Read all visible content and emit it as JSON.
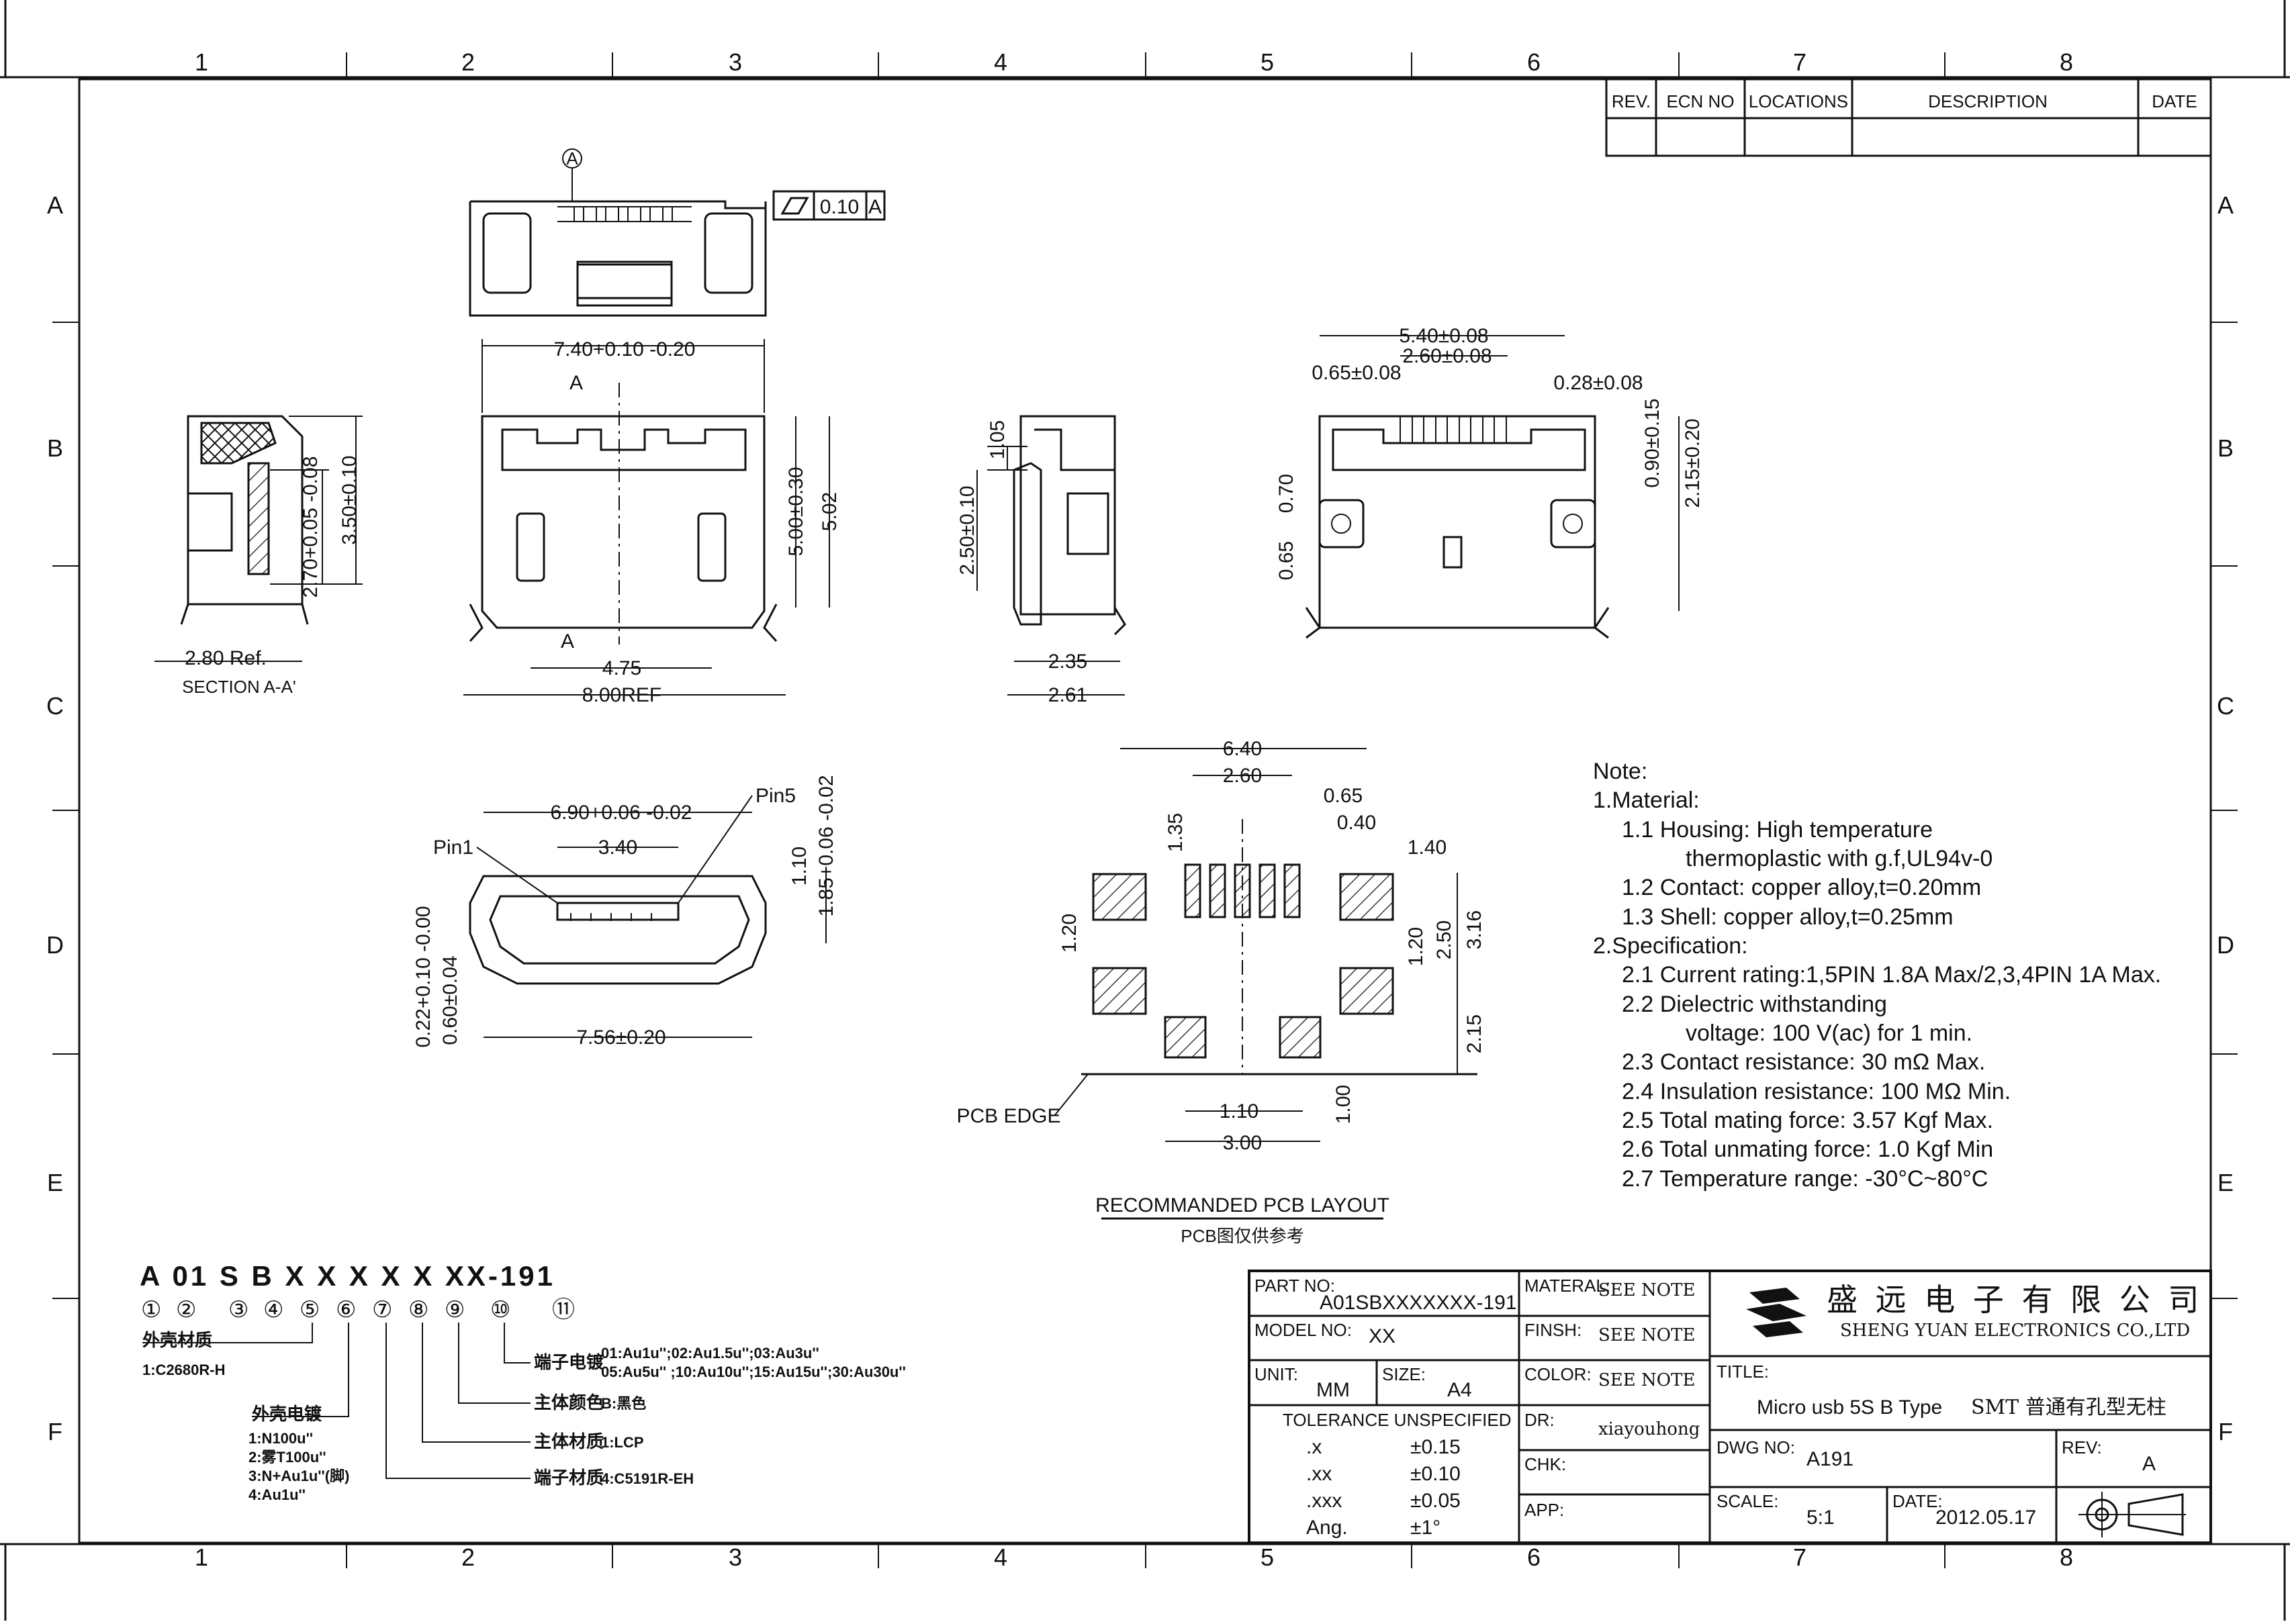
{
  "grid": {
    "cols": [
      "1",
      "2",
      "3",
      "4",
      "5",
      "6",
      "7",
      "8"
    ],
    "rows": [
      "A",
      "B",
      "C",
      "D",
      "E",
      "F"
    ]
  },
  "revision_table": {
    "headers": [
      "REV.",
      "ECN NO",
      "LOCATIONS",
      "DESCRIPTION",
      "DATE"
    ]
  },
  "views": {
    "datum_a": "A",
    "flatness": "0.10",
    "flatness_datum": "A",
    "section_label": "SECTION A-A'",
    "section_dims": [
      "2.80 Ref.",
      "2.70+0.05 -0.08",
      "3.50±0.10"
    ],
    "top_dims": [
      "7.40+0.10 -0.20",
      "A",
      "A",
      "4.75",
      "8.00REF",
      "5.00±0.30",
      "5.02"
    ],
    "side_dims": [
      "1.05",
      "2.50±0.10",
      "2.35",
      "2.61"
    ],
    "right_dims": [
      "5.40±0.08",
      "2.60±0.08",
      "0.65±0.08",
      "0.28±0.08",
      "0.90±0.15",
      "2.15±0.20",
      "0.70",
      "0.65"
    ],
    "front_dims": [
      "6.90+0.06 -0.02",
      "3.40",
      "Pin1",
      "Pin5",
      "1.10",
      "1.85+0.06 -0.02",
      "7.56±0.20",
      "0.22+0.10 -0.00",
      "0.60±0.04"
    ],
    "pcb_dims": [
      "6.40",
      "2.60",
      "0.65",
      "0.40",
      "1.40",
      "1.35",
      "1.20",
      "1.20",
      "2.50",
      "3.16",
      "2.15",
      "1.10",
      "3.00",
      "1.00",
      "PCB EDGE"
    ],
    "pcb_title": "RECOMMANDED PCB LAYOUT",
    "pcb_subtitle": "PCB图仅供参考"
  },
  "notes": [
    "Note:",
    "1.Material:",
    "1.1  Housing:  High  temperature",
    "thermoplastic  with  g.f,UL94v-0",
    "1.2  Contact:  copper  alloy,t=0.20mm",
    "1.3  Shell:  copper  alloy,t=0.25mm",
    "2.Specification:",
    "2.1  Current  rating:1,5PIN  1.8A  Max/2,3,4PIN  1A  Max.",
    "2.2  Dielectric  withstanding",
    "voltage:  100  V(ac)  for  1  min.",
    "2.3  Contact  resistance:  30  mΩ  Max.",
    "2.4  Insulation  resistance:  100  MΩ  Min.",
    "2.5  Total  mating  force:  3.57  Kgf  Max.",
    "2.6  Total  unmating  force:  1.0  Kgf  Min",
    "2.7  Temperature  range:  -30°C~80°C"
  ],
  "part_code": {
    "code": "A 01 S B X X X X X XX-191",
    "numbers": [
      "①",
      "②",
      "③",
      "④",
      "⑤",
      "⑥",
      "⑦",
      "⑧",
      "⑨",
      "⑩",
      "⑪"
    ],
    "shell_material_label": "外壳材质",
    "shell_material_value": "1:C2680R-H",
    "shell_plating_label": "外壳电镀",
    "shell_plating_values": [
      "1:N100u''",
      "2:雾T100u''",
      "3:N+Au1u''(脚)",
      "4:Au1u''"
    ],
    "terminal_plating_label": "端子电镀",
    "terminal_plating_values": [
      "01:Au1u'';02:Au1.5u'';03:Au3u''",
      "05:Au5u'' ;10:Au10u'';15:Au15u'';30:Au30u''"
    ],
    "body_color_label": "主体颜色",
    "body_color_value": "B:黑色",
    "body_material_label": "主体材质",
    "body_material_value": "1:LCP",
    "terminal_material_label": "端子材质",
    "terminal_material_value": "4:C5191R-EH"
  },
  "title_block": {
    "part_no_label": "PART NO:",
    "part_no": "A01SBXXXXXXX-191",
    "model_no_label": "MODEL NO:",
    "model_no": "XX",
    "unit_label": "UNIT:",
    "unit": "MM",
    "size_label": "SIZE:",
    "size": "A4",
    "tolerance_title": "TOLERANCE  UNSPECIFIED",
    "tolerances": [
      [
        ".x",
        "±0.15"
      ],
      [
        ".xx",
        "±0.10"
      ],
      [
        ".xxx",
        "±0.05"
      ],
      [
        "Ang.",
        "±1°"
      ]
    ],
    "material_label": "MATERAL:",
    "material": "SEE NOTE",
    "finish_label": "FINSH:",
    "finish": "SEE NOTE",
    "color_label": "COLOR:",
    "color": "SEE NOTE",
    "dr_label": "DR:",
    "dr": "xiayouhong",
    "chk_label": "CHK:",
    "app_label": "APP:",
    "company_cn": "盛 远 电 子 有 限 公 司",
    "company_en": "SHENG  YUAN  ELECTRONICS  CO.,LTD",
    "title_label": "TITLE:",
    "title_en": "Micro usb 5S B Type",
    "title_cn": "SMT  普通有孔型无柱",
    "dwg_no_label": "DWG NO:",
    "dwg_no": "A191",
    "rev_label": "REV:",
    "rev": "A",
    "scale_label": "SCALE:",
    "scale": "5:1",
    "date_label": "DATE:",
    "date": "2012.05.17"
  }
}
